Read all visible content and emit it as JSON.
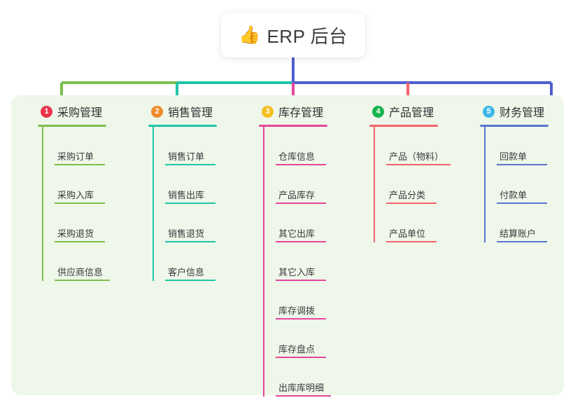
{
  "root": {
    "icon": "thumbs-up-emoji",
    "emoji": "👍",
    "label": "ERP 后台"
  },
  "theme": {
    "board_bg": "#eef7e9",
    "page_bg": "#ffffff",
    "stem_color": "#4e5fd0",
    "text_color": "#3a3a3e"
  },
  "branches": [
    {
      "number": "1",
      "badge_glyph": "1",
      "title": "采购管理",
      "badge_color": "#e8334a",
      "line_color": "#7dbf4e",
      "connector_color": "#7dbf4e",
      "items": [
        "采购订单",
        "采购入库",
        "采购退货",
        "供应商信息"
      ]
    },
    {
      "number": "2",
      "badge_glyph": "2",
      "title": "销售管理",
      "badge_color": "#f08a2a",
      "line_color": "#1fc5a8",
      "connector_color": "#1fc5a8",
      "items": [
        "销售订单",
        "销售出库",
        "销售退货",
        "客户信息"
      ]
    },
    {
      "number": "3",
      "badge_glyph": "3",
      "title": "库存管理",
      "badge_color": "#f5bd1f",
      "line_color": "#e8459b",
      "connector_color": "#e8459b",
      "items": [
        "仓库信息",
        "产品库存",
        "其它出库",
        "其它入库",
        "库存调拨",
        "库存盘点",
        "出库库明细"
      ]
    },
    {
      "number": "4",
      "badge_glyph": "4",
      "title": "产品管理",
      "badge_color": "#17b44e",
      "line_color": "#f4636b",
      "connector_color": "#f4636b",
      "items": [
        "产品（物料）",
        "产品分类",
        "产品单位"
      ]
    },
    {
      "number": "5",
      "badge_glyph": "5",
      "title": "财务管理",
      "badge_color": "#3cb8e8",
      "line_color": "#5b74cf",
      "connector_color": "#4e5fd0",
      "items": [
        "回款单",
        "付款单",
        "结算账户"
      ]
    }
  ]
}
